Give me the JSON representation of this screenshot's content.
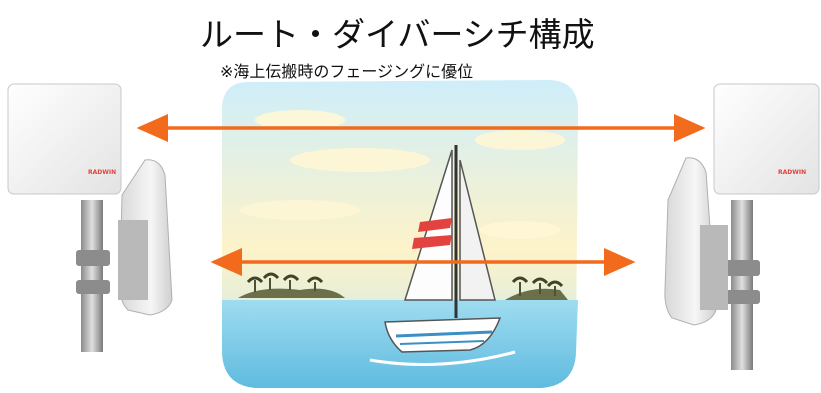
{
  "title": "ルート・ダイバーシチ構成",
  "subtitle": "※海上伝搬時のフェージングに優位",
  "antenna_brand": "RADWIN",
  "colors": {
    "arrow": "#f26a1b",
    "sky": "#bfe6f5",
    "sea": "#7ccbe8",
    "sail_stripe": "#e2433f"
  }
}
